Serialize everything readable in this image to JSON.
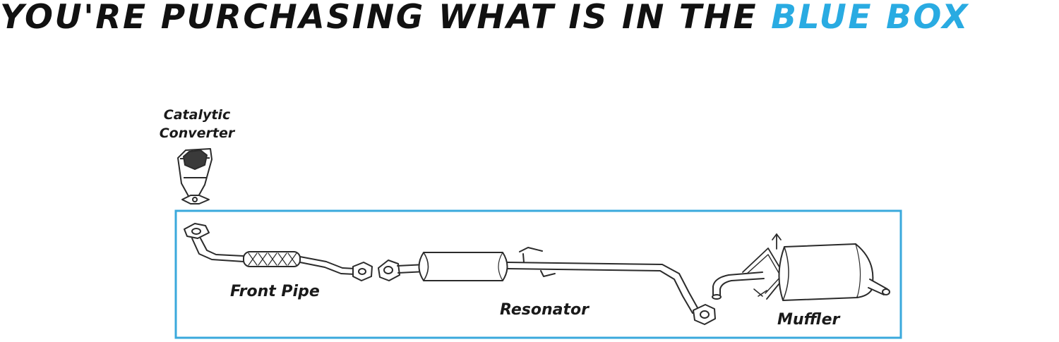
{
  "headline": {
    "prefix": "YOU'RE PURCHASING WHAT IS IN THE ",
    "highlight": "BLUE BOX"
  },
  "colors": {
    "accent": "#29abe2",
    "text": "#111111",
    "line": "#2b2b2b",
    "box": "#3aa9dc"
  },
  "labels": {
    "catalytic_line1": "Catalytic",
    "catalytic_line2": "Converter",
    "front_pipe": "Front Pipe",
    "resonator": "Resonator",
    "muffler": "Muffler"
  }
}
